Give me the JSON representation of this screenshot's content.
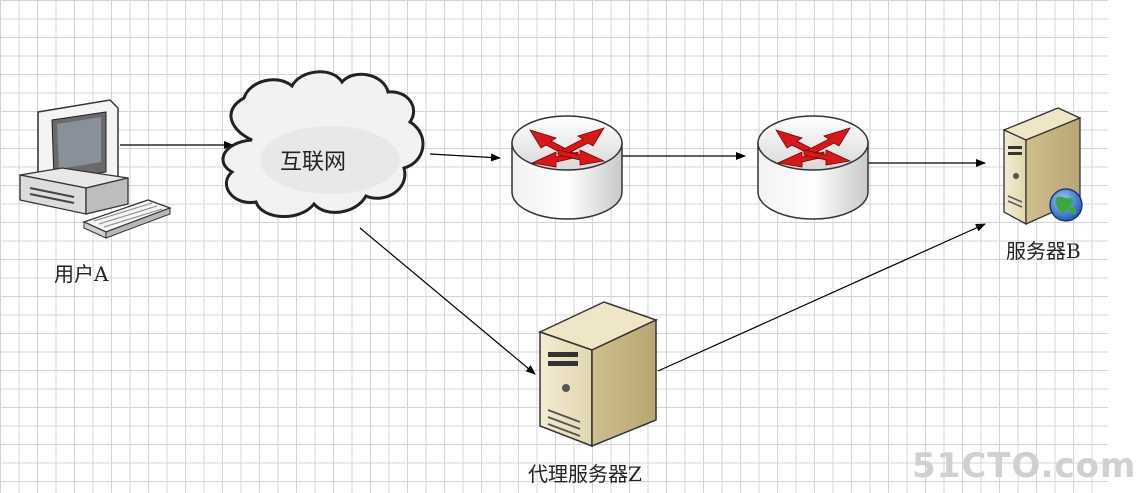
{
  "nodes": {
    "user": "用户A",
    "internet": "互联网",
    "server_b": "服务器B",
    "proxy": "代理服务器Z"
  },
  "watermark": "51CTO.com"
}
